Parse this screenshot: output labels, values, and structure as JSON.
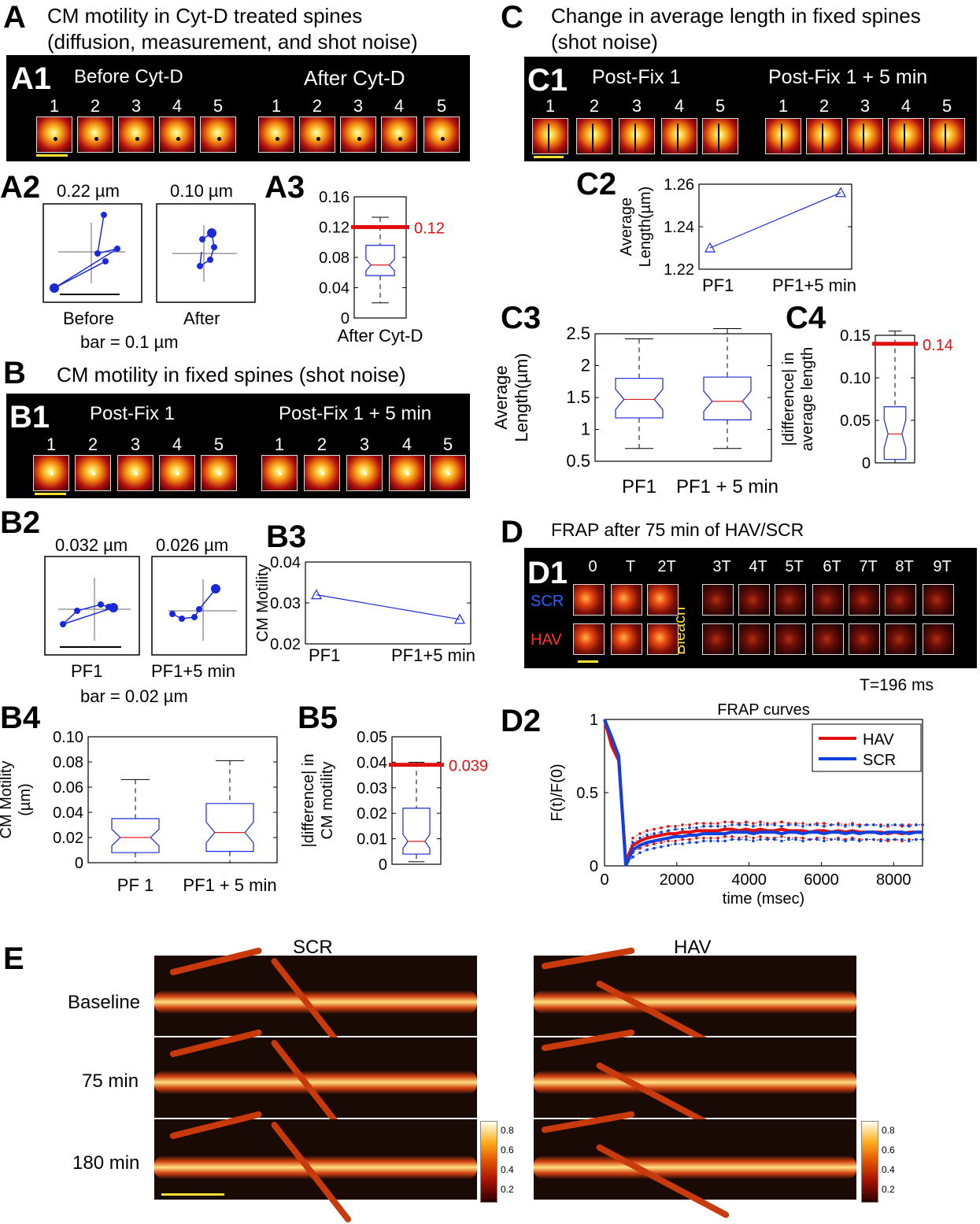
{
  "A": {
    "letter": "A",
    "title": "CM motility in Cyt-D treated spines\n(diffusion, measurement, and shot noise)",
    "A1": {
      "label": "A1",
      "left_title": "Before Cyt-D",
      "right_title": "After Cyt-D",
      "frames": [
        "1",
        "2",
        "3",
        "4",
        "5"
      ]
    },
    "A2": {
      "label": "A2",
      "left_value": "0.22 µm",
      "right_value": "0.10 µm",
      "left_caption": "Before",
      "right_caption": "After",
      "bar": "bar = 0.1 µm"
    },
    "A3": {
      "label": "A3",
      "xlabel": "After Cyt-D",
      "threshold_label": "0.12"
    }
  },
  "B": {
    "letter": "B",
    "title": "CM motility in fixed spines (shot noise)",
    "B1": {
      "label": "B1",
      "left_title": "Post-Fix 1",
      "right_title": "Post-Fix 1 + 5 min",
      "frames": [
        "1",
        "2",
        "3",
        "4",
        "5"
      ]
    },
    "B2": {
      "label": "B2",
      "left_value": "0.032 µm",
      "right_value": "0.026 µm",
      "left_caption": "PF1",
      "right_caption": "PF1+5 min",
      "bar": "bar = 0.02 µm"
    },
    "B3": {
      "label": "B3"
    },
    "B4": {
      "label": "B4"
    },
    "B5": {
      "label": "B5"
    }
  },
  "C": {
    "letter": "C",
    "title": "Change in average length in fixed spines\n(shot noise)",
    "C1": {
      "label": "C1",
      "left_title": "Post-Fix 1",
      "right_title": "Post-Fix 1 + 5 min",
      "frames": [
        "1",
        "2",
        "3",
        "4",
        "5"
      ]
    },
    "C2": {
      "label": "C2"
    },
    "C3": {
      "label": "C3"
    },
    "C4": {
      "label": "C4"
    }
  },
  "D": {
    "letter": "D",
    "title": "FRAP after 75 min of HAV/SCR",
    "D1": {
      "label": "D1",
      "frames": [
        "0",
        "T",
        "2T",
        "3T",
        "4T",
        "5T",
        "6T",
        "7T",
        "8T",
        "9T"
      ],
      "row_scr": "SCR",
      "row_hav": "HAV",
      "bleach": "Bleach",
      "note": "T=196 ms"
    },
    "D2": {
      "label": "D2"
    }
  },
  "E": {
    "letter": "E",
    "col_scr": "SCR",
    "col_hav": "HAV",
    "rows": [
      "Baseline",
      "75 min",
      "180 min"
    ],
    "colorbar_ticks": [
      "0.8",
      "0.6",
      "0.4",
      "0.2"
    ]
  },
  "chart_data": [
    {
      "id": "A3",
      "type": "box",
      "categories": [
        "After Cyt-D"
      ],
      "ylim": [
        0,
        0.16
      ],
      "yticks": [
        "0",
        "0.04",
        "0.08",
        "0.12",
        "0.16"
      ],
      "boxes": [
        {
          "whisker_low": 0.02,
          "q1": 0.056,
          "median": 0.07,
          "q3": 0.096,
          "whisker_high": 0.133
        }
      ],
      "threshold": 0.12,
      "threshold_label": "0.12",
      "xlabel": "After Cyt-D"
    },
    {
      "id": "B3",
      "type": "line",
      "categories": [
        "PF1",
        "PF1+5 min"
      ],
      "values": [
        0.032,
        0.026
      ],
      "ylim": [
        0.02,
        0.04
      ],
      "yticks": [
        "0.02",
        "0.03",
        "0.04"
      ],
      "ylabel": "CM Motility"
    },
    {
      "id": "B4",
      "type": "box",
      "categories": [
        "PF 1",
        "PF1 + 5 min"
      ],
      "ylim": [
        0,
        0.1
      ],
      "yticks": [
        "0",
        "0.02",
        "0.04",
        "0.06",
        "0.08",
        "0.10"
      ],
      "ylabel": "CM Motility\n(µm)",
      "boxes": [
        {
          "whisker_low": 0.0,
          "q1": 0.008,
          "median": 0.02,
          "q3": 0.035,
          "whisker_high": 0.066
        },
        {
          "whisker_low": 0.0,
          "q1": 0.009,
          "median": 0.024,
          "q3": 0.047,
          "whisker_high": 0.081
        }
      ]
    },
    {
      "id": "B5",
      "type": "box",
      "categories": [
        ""
      ],
      "ylim": [
        0,
        0.05
      ],
      "yticks": [
        "0",
        "0.01",
        "0.02",
        "0.03",
        "0.04",
        "0.05"
      ],
      "ylabel": "|difference| in\nCM motility",
      "boxes": [
        {
          "whisker_low": 0.001,
          "q1": 0.004,
          "median": 0.009,
          "q3": 0.022,
          "whisker_high": 0.04
        }
      ],
      "threshold": 0.039,
      "threshold_label": "0.039"
    },
    {
      "id": "C2",
      "type": "line",
      "categories": [
        "PF1",
        "PF1+5 min"
      ],
      "values": [
        1.23,
        1.256
      ],
      "ylim": [
        1.22,
        1.26
      ],
      "yticks": [
        "1.22",
        "1.24",
        "1.26"
      ],
      "ylabel": "Average\nLength(µm)"
    },
    {
      "id": "C3",
      "type": "box",
      "categories": [
        "PF1",
        "PF1 + 5 min"
      ],
      "ylim": [
        0.5,
        2.5
      ],
      "yticks": [
        "0.5",
        "1",
        "1.5",
        "2",
        "2.5"
      ],
      "ylabel": "Average\nLength(µm)",
      "boxes": [
        {
          "whisker_low": 0.7,
          "q1": 1.18,
          "median": 1.47,
          "q3": 1.8,
          "whisker_high": 2.42
        },
        {
          "whisker_low": 0.7,
          "q1": 1.15,
          "median": 1.44,
          "q3": 1.82,
          "whisker_high": 2.58
        }
      ]
    },
    {
      "id": "C4",
      "type": "box",
      "categories": [
        ""
      ],
      "ylim": [
        0,
        0.15
      ],
      "yticks": [
        "0",
        "0.05",
        "0.10",
        "0.15"
      ],
      "ylabel": "|difference| in\naverage length",
      "boxes": [
        {
          "whisker_low": 0.0,
          "q1": 0.004,
          "median": 0.034,
          "q3": 0.066,
          "whisker_high": 0.155
        }
      ],
      "threshold": 0.14,
      "threshold_label": "0.14"
    },
    {
      "id": "D2",
      "type": "line",
      "title": "FRAP curves",
      "xlabel": "time (msec)",
      "ylabel": "F(t)/F(0)",
      "xlim": [
        0,
        8800
      ],
      "ylim": [
        0,
        1
      ],
      "xticks": [
        "0",
        "2000",
        "4000",
        "6000",
        "8000"
      ],
      "yticks": [
        "0",
        "0.5",
        "1"
      ],
      "legend": "top-right",
      "series": [
        {
          "name": "HAV",
          "color": "#e01010",
          "x": [
            0,
            196,
            392,
            588,
            784,
            980,
            1176,
            1372,
            1568,
            1764,
            1960,
            2156,
            2352,
            2548,
            2744,
            2940,
            3136,
            3332,
            3528,
            3724,
            3920,
            4116,
            4312,
            4508,
            4704,
            4900,
            5096,
            5292,
            5488,
            5684,
            5880,
            6076,
            6272,
            6468,
            6664,
            6860,
            7056,
            7252,
            7448,
            7644,
            7840,
            8036,
            8232,
            8428,
            8624,
            8800
          ],
          "y": [
            1,
            0.82,
            0.72,
            0.03,
            0.14,
            0.17,
            0.19,
            0.2,
            0.21,
            0.22,
            0.22,
            0.23,
            0.23,
            0.24,
            0.24,
            0.24,
            0.24,
            0.25,
            0.25,
            0.24,
            0.25,
            0.24,
            0.25,
            0.24,
            0.24,
            0.25,
            0.24,
            0.24,
            0.24,
            0.23,
            0.24,
            0.24,
            0.23,
            0.24,
            0.23,
            0.24,
            0.23,
            0.23,
            0.23,
            0.23,
            0.22,
            0.23,
            0.22,
            0.23,
            0.23,
            0.23
          ]
        },
        {
          "name": "SCR",
          "color": "#1040e0",
          "x": [
            0,
            196,
            392,
            588,
            784,
            980,
            1176,
            1372,
            1568,
            1764,
            1960,
            2156,
            2352,
            2548,
            2744,
            2940,
            3136,
            3332,
            3528,
            3724,
            3920,
            4116,
            4312,
            4508,
            4704,
            4900,
            5096,
            5292,
            5488,
            5684,
            5880,
            6076,
            6272,
            6468,
            6664,
            6860,
            7056,
            7252,
            7448,
            7644,
            7840,
            8036,
            8232,
            8428,
            8624,
            8800
          ],
          "y": [
            1,
            0.88,
            0.75,
            0.0,
            0.11,
            0.14,
            0.16,
            0.17,
            0.18,
            0.19,
            0.2,
            0.2,
            0.21,
            0.21,
            0.22,
            0.22,
            0.22,
            0.22,
            0.23,
            0.23,
            0.23,
            0.22,
            0.23,
            0.23,
            0.23,
            0.22,
            0.23,
            0.23,
            0.22,
            0.23,
            0.23,
            0.22,
            0.23,
            0.23,
            0.22,
            0.23,
            0.22,
            0.23,
            0.23,
            0.22,
            0.23,
            0.23,
            0.23,
            0.22,
            0.23,
            0.23
          ]
        }
      ]
    }
  ]
}
